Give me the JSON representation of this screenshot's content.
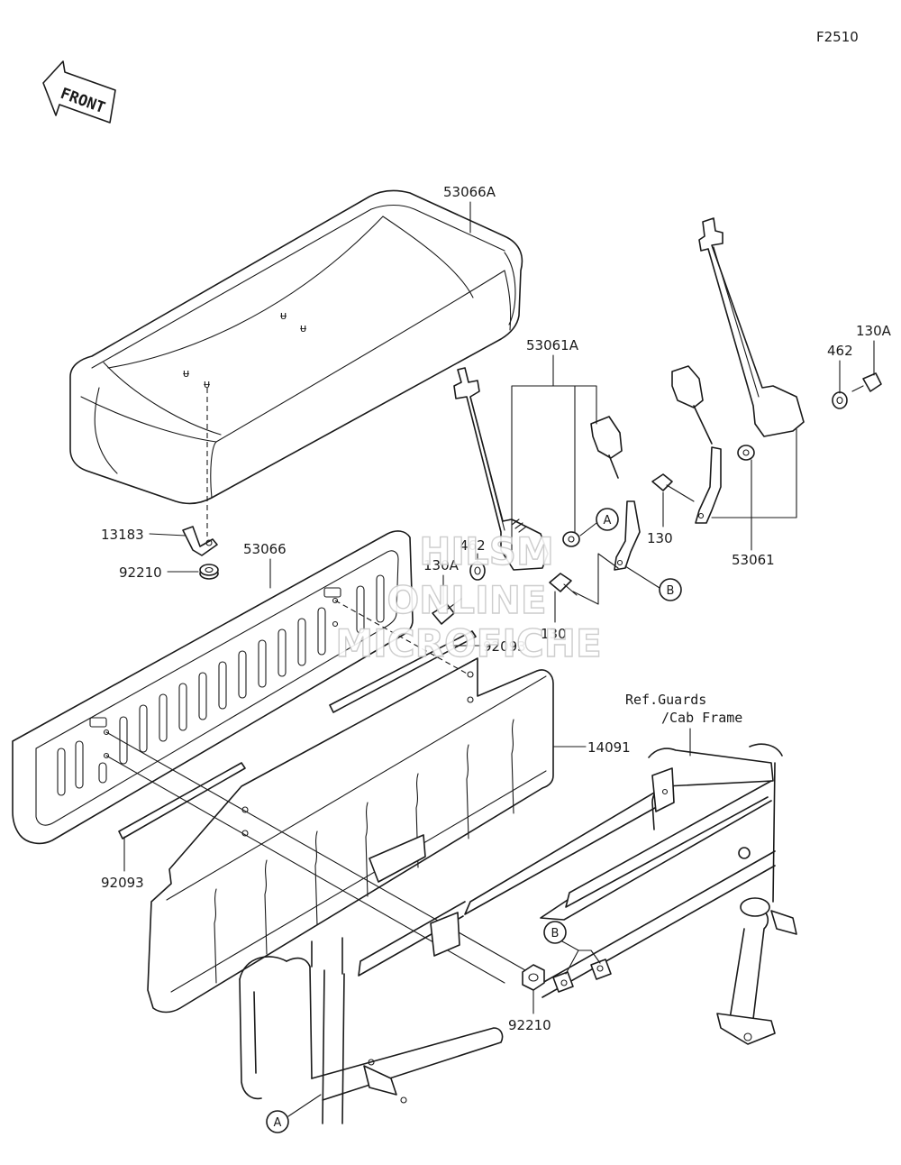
{
  "figure_code": "F2510",
  "front_label": "FRONT",
  "ref_note": {
    "line1": "Ref.Guards",
    "line2": "/Cab Frame"
  },
  "watermark": {
    "line1": "HILSM",
    "line2": "ONLINE",
    "line3": "MICROFICHE"
  },
  "callouts": {
    "a": "A",
    "b": "B"
  },
  "parts": {
    "p53066A": "53066A",
    "p53061A": "53061A",
    "p130A_right": "130A",
    "p462_right": "462",
    "p13183": "13183",
    "p53066": "53066",
    "p92210_left": "92210",
    "p462_mid": "462",
    "p130A_mid": "130A",
    "p130_right": "130",
    "p130_mid": "130",
    "p53061": "53061",
    "p92093_top": "92093",
    "p14091": "14091",
    "p92093_left": "92093",
    "p92210_bottom": "92210"
  },
  "colors": {
    "line": "#1a1a1a",
    "background": "#ffffff",
    "watermark_outline": "#c8c8c8"
  }
}
